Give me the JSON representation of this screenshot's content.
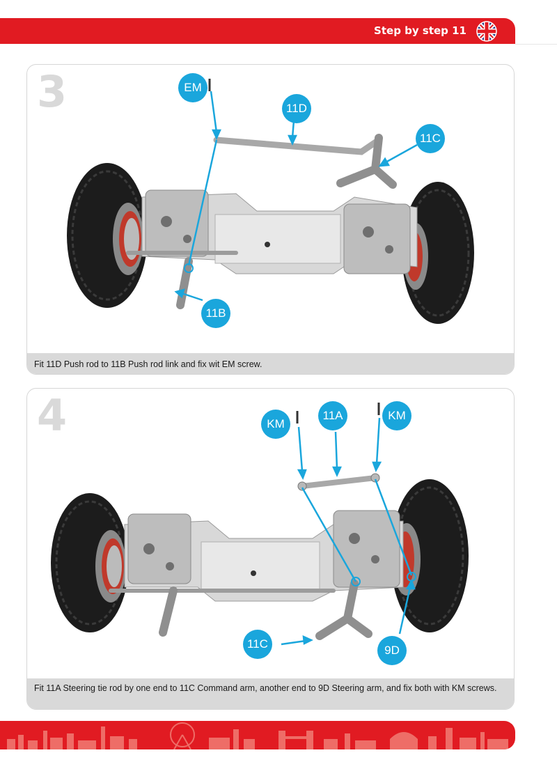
{
  "header": {
    "title": "Step by step 11",
    "flag_icon": "uk-flag-icon",
    "accent_color": "#e11b22"
  },
  "steps": [
    {
      "number": "3",
      "caption": "Fit 11D Push rod to 11B Push rod link and fix wit EM screw.",
      "callouts": [
        "EM",
        "11D",
        "11C",
        "11B"
      ]
    },
    {
      "number": "4",
      "caption": "Fit 11A Steering tie rod by one end to 11C Command arm, another end to 9D Steering arm, and fix both with KM screws.",
      "callouts": [
        "KM",
        "11A",
        "KM",
        "11C",
        "9D"
      ]
    }
  ],
  "callout_color": "#1aa6dc",
  "footer": {
    "skyline_icon": "london-skyline-icon"
  }
}
